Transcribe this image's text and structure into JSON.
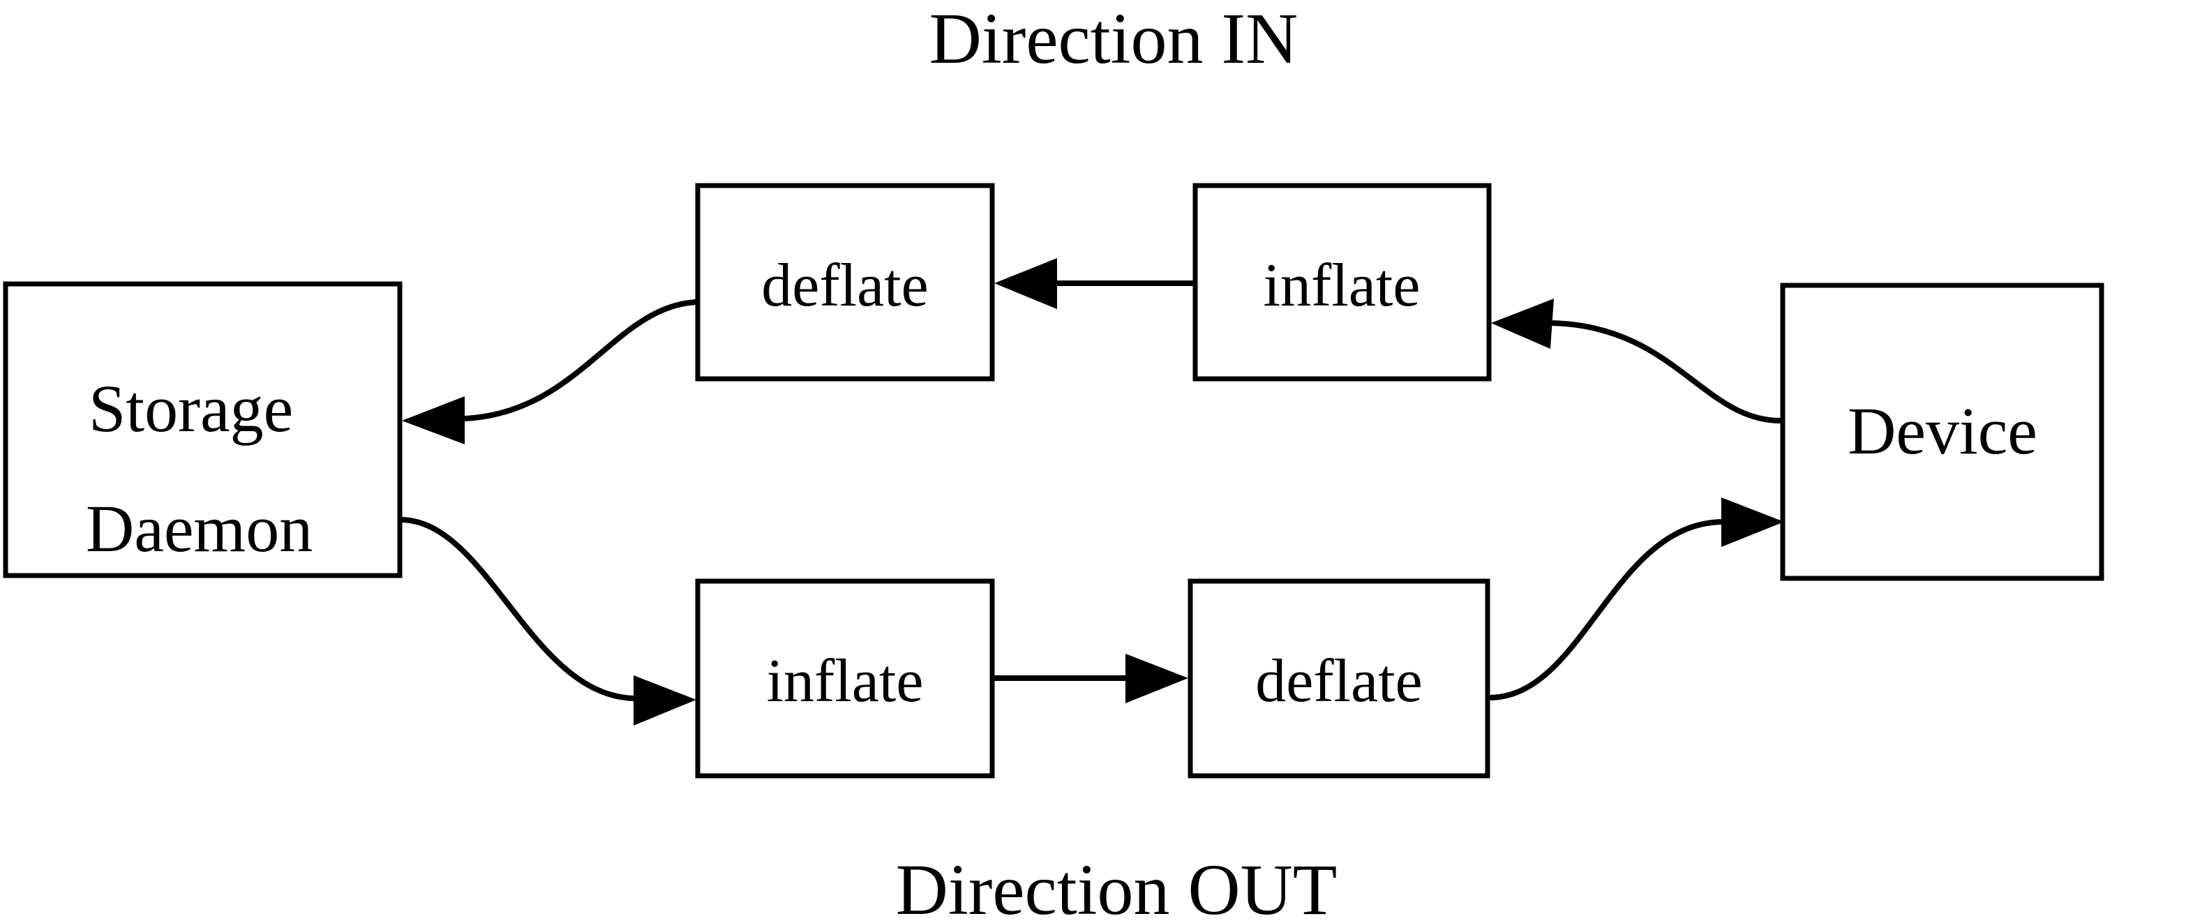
{
  "diagram": {
    "title_top": "Direction IN",
    "title_bottom": "Direction OUT",
    "background_color": "#ffffff",
    "line_color": "#000000",
    "nodes": {
      "storage_daemon_line1": "Storage",
      "storage_daemon_line2": "Daemon",
      "deflate_in": "deflate",
      "inflate_in": "inflate",
      "device": "Device",
      "inflate_out": "inflate",
      "deflate_out": "deflate"
    },
    "edges": [
      {
        "from": "Device",
        "to": "inflate (IN)",
        "style": "curved",
        "arrow": "to"
      },
      {
        "from": "inflate (IN)",
        "to": "deflate (IN)",
        "style": "straight",
        "arrow": "to"
      },
      {
        "from": "deflate (IN)",
        "to": "Storage Daemon",
        "style": "curved",
        "arrow": "to"
      },
      {
        "from": "Storage Daemon",
        "to": "inflate (OUT)",
        "style": "curved",
        "arrow": "to"
      },
      {
        "from": "inflate (OUT)",
        "to": "deflate (OUT)",
        "style": "straight",
        "arrow": "to"
      },
      {
        "from": "deflate (OUT)",
        "to": "Device",
        "style": "curved",
        "arrow": "to"
      }
    ]
  }
}
